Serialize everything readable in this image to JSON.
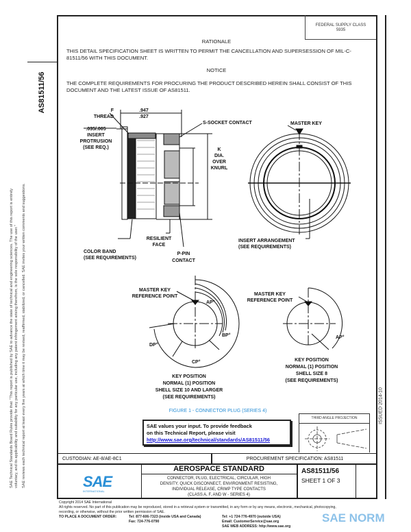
{
  "header": {
    "federal_supply_class": "FEDERAL SUPPLY CLASS",
    "fsc_number": "5935",
    "doc_id": "AS81511/56",
    "issued": "ISSUED 2014-10"
  },
  "rationale": {
    "heading": "RATIONALE",
    "text": "THIS DETAIL SPECIFICATION SHEET IS WRITTEN TO PERMIT THE CANCELLATION AND SUPERSESSION OF MIL-C-81511/56 WITH THIS DOCUMENT."
  },
  "notice": {
    "heading": "NOTICE",
    "text": "THE COMPLETE REQUIREMENTS FOR PROCURING THE PRODUCT DESCRIBED HEREIN SHALL CONSIST OF THIS DOCUMENT AND THE LATEST ISSUE OF AS81511."
  },
  "left_margin": {
    "line1": "SAE Technical Standards Board Rules provide that: \"This report is published by SAE to advance the state of technical and engineering sciences. The use of this report is entirely",
    "line2": "voluntary, and its applicability and suitability for any particular use, including any patent infringement arising therefrom, is the sole responsibility of the user.\"",
    "line3": "SAE reviews each technical report at least every five years at which time it may be revised, reaffirmed, stabilized, or cancelled. SAE invites your written comments and suggestions."
  },
  "drawing": {
    "side_view": {
      "f_thread": [
        "F",
        "THREAD"
      ],
      "dim_top": [
        ".947",
        ".927"
      ],
      "protrusion": [
        ".035/.005",
        "INSERT",
        "PROTRUSION",
        "(SEE REQ.)"
      ],
      "s_socket": "S-SOCKET CONTACT",
      "k_dia": [
        "K",
        "DIA.",
        "OVER",
        "KNURL"
      ],
      "resilient_face": [
        "RESILIENT",
        "FACE"
      ],
      "p_pin": [
        "P-PIN",
        "CONTACT"
      ],
      "color_band": [
        "COLOR BAND",
        "(SEE REQUIREMENTS)"
      ]
    },
    "front_view": {
      "master_key": "MASTER KEY",
      "insert_arrangement": [
        "INSERT ARRANGEMENT",
        "(SEE REQUIREMENTS)"
      ]
    },
    "key_large": {
      "ref": [
        "MASTER KEY",
        "REFERENCE POINT"
      ],
      "ap": "AP°",
      "bp": "BP°",
      "cp": "CP°",
      "dp": "DP°",
      "caption": [
        "KEY POSITION",
        "NORMAL (1) POSITION",
        "SHELL SIZE 10 AND LARGER",
        "(SEE REQUIREMENTS)"
      ]
    },
    "key_small": {
      "ref": [
        "MASTER KEY",
        "REFERENCE POINT"
      ],
      "ap": "AP°",
      "caption": [
        "KEY POSITION",
        "NORMAL (1) POSITION",
        "SHELL SIZE 8",
        "(SEE REQUIREMENTS)"
      ]
    },
    "figure_caption": "FIGURE 1 - CONNECTOR PLUG (SERIES 4)"
  },
  "feedback": {
    "line1": "SAE values your input. To provide feedback",
    "line2": "on this Technical Report, please visit",
    "link": "http://www.sae.org/technical/standards/AS81511/56"
  },
  "projection": {
    "title": "THIRD ANGLE PROJECTION"
  },
  "title_block": {
    "custodian": "CUSTODIAN: AE-8/AE-8C1",
    "procurement": "PROCUREMENT SPECIFICATION: AS81511",
    "logo_text": "SAE",
    "logo_sub": "INTERNATIONAL",
    "heading": "AEROSPACE STANDARD",
    "description": [
      "CONNECTOR, PLUG, ELECTRICAL, CIRCULAR, HIGH",
      "DENSITY, QUICK DISCONNECT, ENVIRONMENT RESISTING,",
      "INDIVIDUAL RELEASE, CRIMP TYPE CONTACTS",
      "(CLASS A, F, AND W - SERIES 4)"
    ],
    "doc_number": "AS81511/56",
    "sheet": "SHEET 1 OF 3"
  },
  "footer": {
    "copyright": "Copyright 2014 SAE International",
    "rights": "All rights reserved. No part of this publication may be reproduced, stored in a retrieval system or transmitted, in any form or by any means, electronic, mechanical, photocopying,",
    "rights2": "recording, or otherwise, without the prior written permission of SAE.",
    "order_label": "TO PLACE A DOCUMENT ORDER:",
    "tel": "Tel: 877-606-7323 (inside USA and Canada)",
    "fax": "Fax: 724-776-0790",
    "tel2": "Tel: +1 724-776-4970 (outside USA)",
    "email": "Email: CustomerService@sae.org",
    "web": "SAE WEB ADDRESS: http://www.sae.org",
    "watermark": "SAE NORM"
  },
  "colors": {
    "sae_blue": "#2a8fd6",
    "link": "#1a1ad6",
    "watermark": "#7ab8e6"
  }
}
